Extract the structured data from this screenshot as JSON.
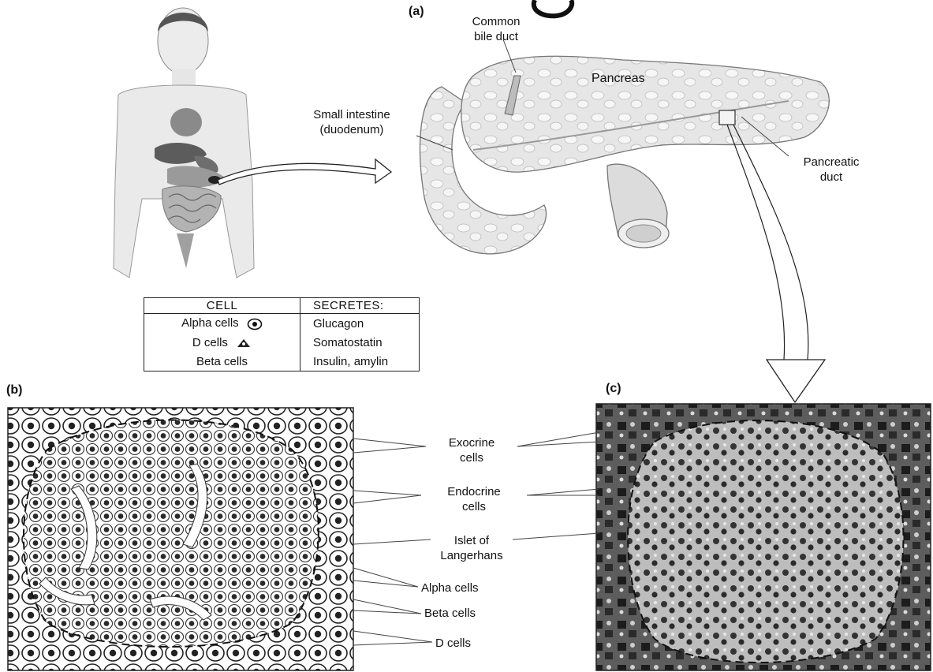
{
  "panels": {
    "a": "(a)",
    "b": "(b)",
    "c": "(c)"
  },
  "labels": {
    "common_bile_duct": [
      "Common",
      "bile duct"
    ],
    "pancreas": "Pancreas",
    "small_intestine": [
      "Small intestine",
      "(duodenum)"
    ],
    "pancreatic_duct": [
      "Pancreatic",
      "duct"
    ],
    "exocrine_cells": [
      "Exocrine",
      "cells"
    ],
    "endocrine_cells": [
      "Endocrine",
      "cells"
    ],
    "islet": [
      "Islet of",
      "Langerhans"
    ],
    "alpha_cells": "Alpha cells",
    "beta_cells": "Beta cells",
    "d_cells": "D cells"
  },
  "key_table": {
    "headers": [
      "CELL",
      "SECRETES:"
    ],
    "rows": [
      {
        "cell": "Alpha cells",
        "symbol": "alpha-cell-symbol-icon",
        "secretes": "Glucagon"
      },
      {
        "cell": "D cells",
        "symbol": "d-cell-symbol-icon",
        "secretes": "Somatostatin"
      },
      {
        "cell": "Beta cells",
        "symbol": "",
        "secretes": "Insulin, amylin"
      }
    ]
  },
  "colors": {
    "line": "#222222",
    "organ_fill": "#e4e4e4",
    "micrograph_bg": "#6a6a6a"
  }
}
